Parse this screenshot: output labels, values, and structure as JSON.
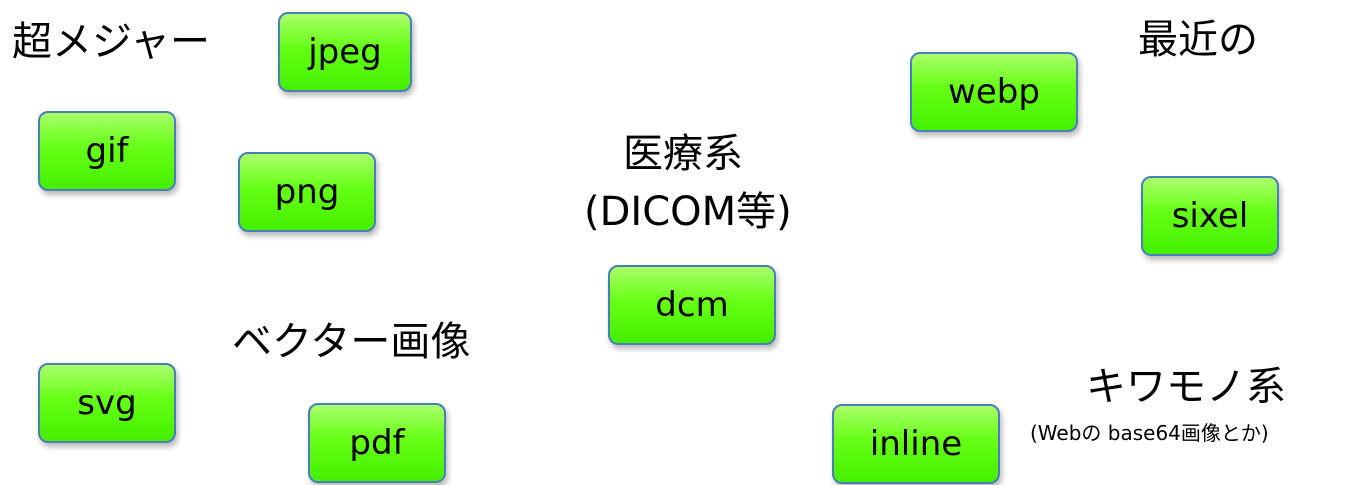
{
  "groups": {
    "major": {
      "title": "超メジャー"
    },
    "recent": {
      "title": "最近の"
    },
    "medical": {
      "title": "医療系",
      "subtitle": "(DICOM等)"
    },
    "vector": {
      "title": "ベクター画像"
    },
    "quirky": {
      "title": "キワモノ系",
      "subtitle": "(Webの base64画像とか)"
    }
  },
  "formats": {
    "jpeg": "jpeg",
    "gif": "gif",
    "png": "png",
    "webp": "webp",
    "sixel": "sixel",
    "dcm": "dcm",
    "svg": "svg",
    "pdf": "pdf",
    "inline": "inline"
  },
  "colors": {
    "box_fill": "#66ff16",
    "box_border": "#4a7ebb",
    "text": "#000000"
  }
}
